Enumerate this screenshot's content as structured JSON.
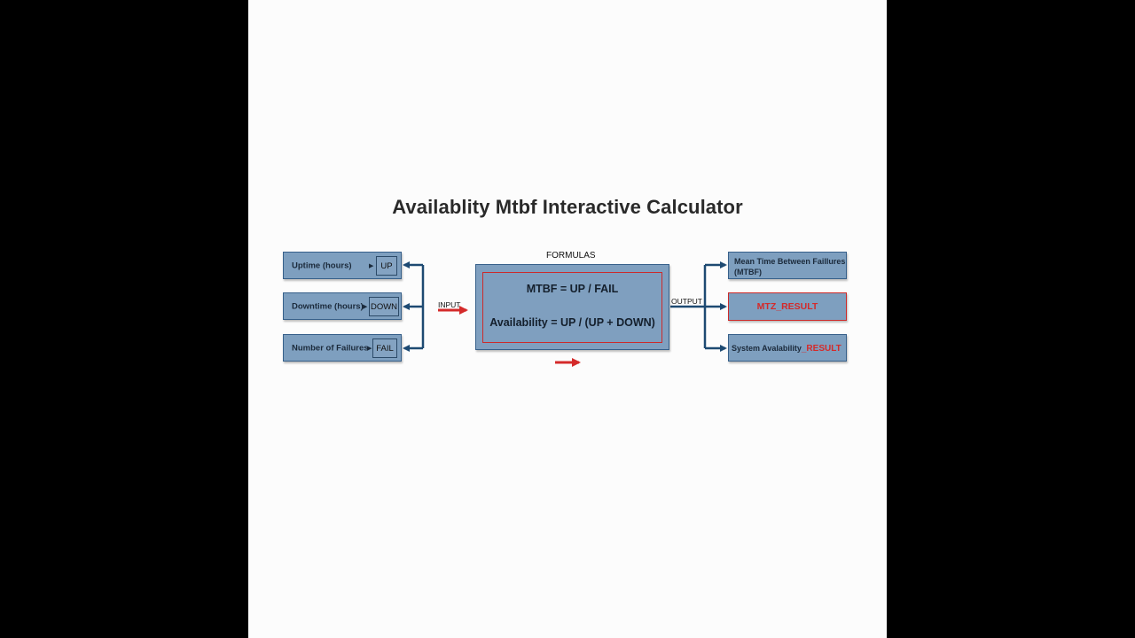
{
  "title": "Availablity Mtbf Interactive Calculator",
  "inputs": [
    {
      "label": "Uptime (hours)",
      "chip": "UP"
    },
    {
      "label": "Downtime (hours)",
      "chip": "DOWN"
    },
    {
      "label": "Number of Failures",
      "chip": "FAIL"
    }
  ],
  "formulas": {
    "heading": "FORMULAS",
    "mtbf": "MTBF = UP / FAIL",
    "availability": "Availability = UP / (UP + DOWN)"
  },
  "connectors": {
    "input": "INPUT",
    "output": "OUTPUT"
  },
  "outputs": {
    "mtbf_label_line1": "Mean Time Between Faillures",
    "mtbf_label_line2": "(MTBF)",
    "mtbf_result": "MTZ_RESULT",
    "availability_label": "System Avalability",
    "availability_result": "_RESULT"
  },
  "colors": {
    "box_fill": "#7e9fbf",
    "box_border": "#37608a",
    "accent_red": "#cc2a2a",
    "wire": "#1e4a72"
  }
}
